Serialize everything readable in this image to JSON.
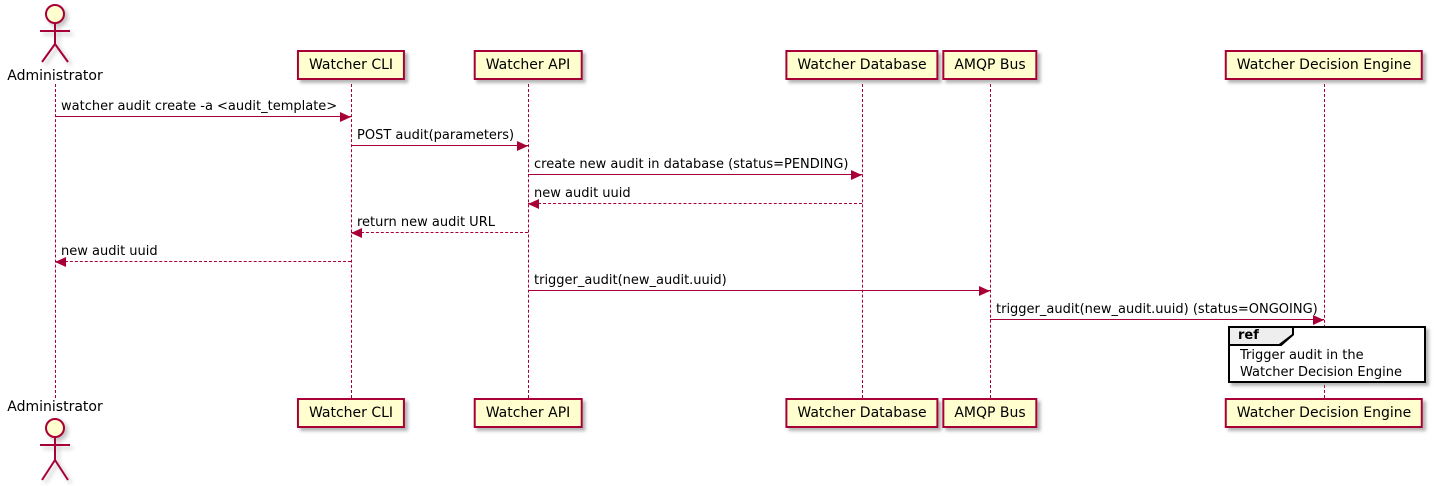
{
  "diagram": {
    "type": "sequence-diagram",
    "colors": {
      "accent": "#A80036",
      "participant_fill": "#FEFECE",
      "ref_border": "#000000",
      "ref_header_fill": "#EEEEEE",
      "text": "#000000",
      "background": "#ffffff"
    },
    "participants": [
      {
        "id": "administrator",
        "label": "Administrator",
        "kind": "actor"
      },
      {
        "id": "watcher-cli",
        "label": "Watcher CLI",
        "kind": "participant"
      },
      {
        "id": "watcher-api",
        "label": "Watcher API",
        "kind": "participant"
      },
      {
        "id": "watcher-database",
        "label": "Watcher Database",
        "kind": "participant"
      },
      {
        "id": "amqp-bus",
        "label": "AMQP Bus",
        "kind": "participant"
      },
      {
        "id": "watcher-decision-engine",
        "label": "Watcher Decision Engine",
        "kind": "participant"
      }
    ],
    "messages": [
      {
        "from": "Administrator",
        "to": "Watcher CLI",
        "label": "watcher audit create -a <audit_template>",
        "style": "solid",
        "direction": "right"
      },
      {
        "from": "Watcher CLI",
        "to": "Watcher API",
        "label": "POST audit(parameters)",
        "style": "solid",
        "direction": "right"
      },
      {
        "from": "Watcher API",
        "to": "Watcher Database",
        "label": "create new audit in database (status=PENDING)",
        "style": "solid",
        "direction": "right"
      },
      {
        "from": "Watcher Database",
        "to": "Watcher API",
        "label": "new audit uuid",
        "style": "dashed",
        "direction": "left"
      },
      {
        "from": "Watcher API",
        "to": "Watcher CLI",
        "label": "return new audit URL",
        "style": "dashed",
        "direction": "left"
      },
      {
        "from": "Watcher CLI",
        "to": "Administrator",
        "label": "new audit uuid",
        "style": "dashed",
        "direction": "left"
      },
      {
        "from": "Watcher API",
        "to": "AMQP Bus",
        "label": "trigger_audit(new_audit.uuid)",
        "style": "solid",
        "direction": "right"
      },
      {
        "from": "AMQP Bus",
        "to": "Watcher Decision Engine",
        "label": "trigger_audit(new_audit.uuid) (status=ONGOING)",
        "style": "solid",
        "direction": "right"
      }
    ],
    "ref": {
      "keyword": "ref",
      "over": "Watcher Decision Engine",
      "line1": "Trigger audit in the",
      "line2": "Watcher Decision Engine"
    }
  }
}
